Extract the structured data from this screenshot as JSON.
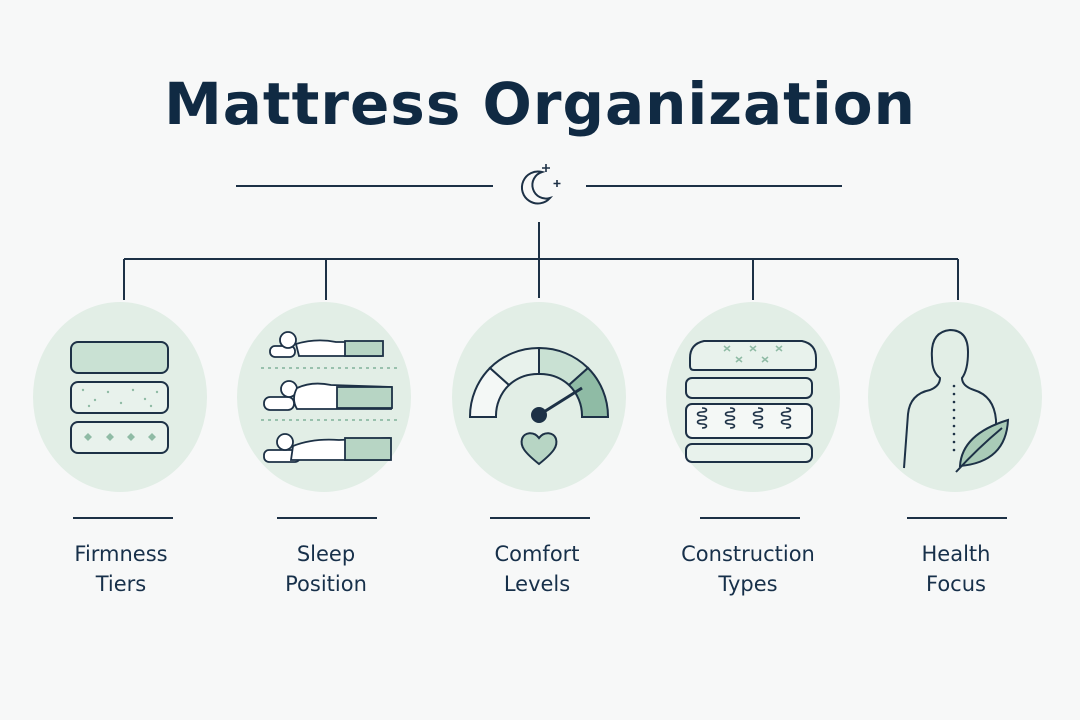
{
  "title": "Mattress Organization",
  "header_icon": "moon-stars-icon",
  "colors": {
    "ink": "#17304a",
    "circle": "#e2eee6",
    "accent": "#b7d5c4",
    "accent_dark": "#8fbba5"
  },
  "categories": [
    {
      "icon": "layers-icon",
      "label_line1": "Firmness",
      "label_line2": "Tiers"
    },
    {
      "icon": "sleeper-icon",
      "label_line1": "Sleep",
      "label_line2": "Position"
    },
    {
      "icon": "gauge-icon",
      "label_line1": "Comfort",
      "label_line2": "Levels"
    },
    {
      "icon": "mattress-layers-icon",
      "label_line1": "Construction",
      "label_line2": "Types"
    },
    {
      "icon": "body-leaf-icon",
      "label_line1": "Health",
      "label_line2": "Focus"
    }
  ]
}
